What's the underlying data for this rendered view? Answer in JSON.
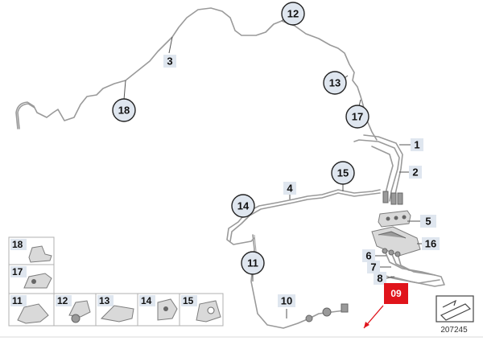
{
  "callouts": [
    {
      "id": "12",
      "name": "callout-12"
    },
    {
      "id": "18",
      "name": "callout-18"
    },
    {
      "id": "13",
      "name": "callout-13"
    },
    {
      "id": "17",
      "name": "callout-17"
    },
    {
      "id": "15",
      "name": "callout-15"
    },
    {
      "id": "14",
      "name": "callout-14"
    },
    {
      "id": "11",
      "name": "callout-11"
    }
  ],
  "labels": [
    {
      "id": "3"
    },
    {
      "id": "1"
    },
    {
      "id": "2"
    },
    {
      "id": "4"
    },
    {
      "id": "5"
    },
    {
      "id": "16"
    },
    {
      "id": "6"
    },
    {
      "id": "7"
    },
    {
      "id": "8"
    },
    {
      "id": "10"
    }
  ],
  "legend": {
    "cells": [
      "18",
      "17",
      "11",
      "12",
      "13",
      "14",
      "15"
    ]
  },
  "highlight": {
    "label": "09",
    "color": "#e0141b"
  },
  "diagram_code": "207245",
  "icons": {
    "corner": "arrow-ruler-icon"
  }
}
